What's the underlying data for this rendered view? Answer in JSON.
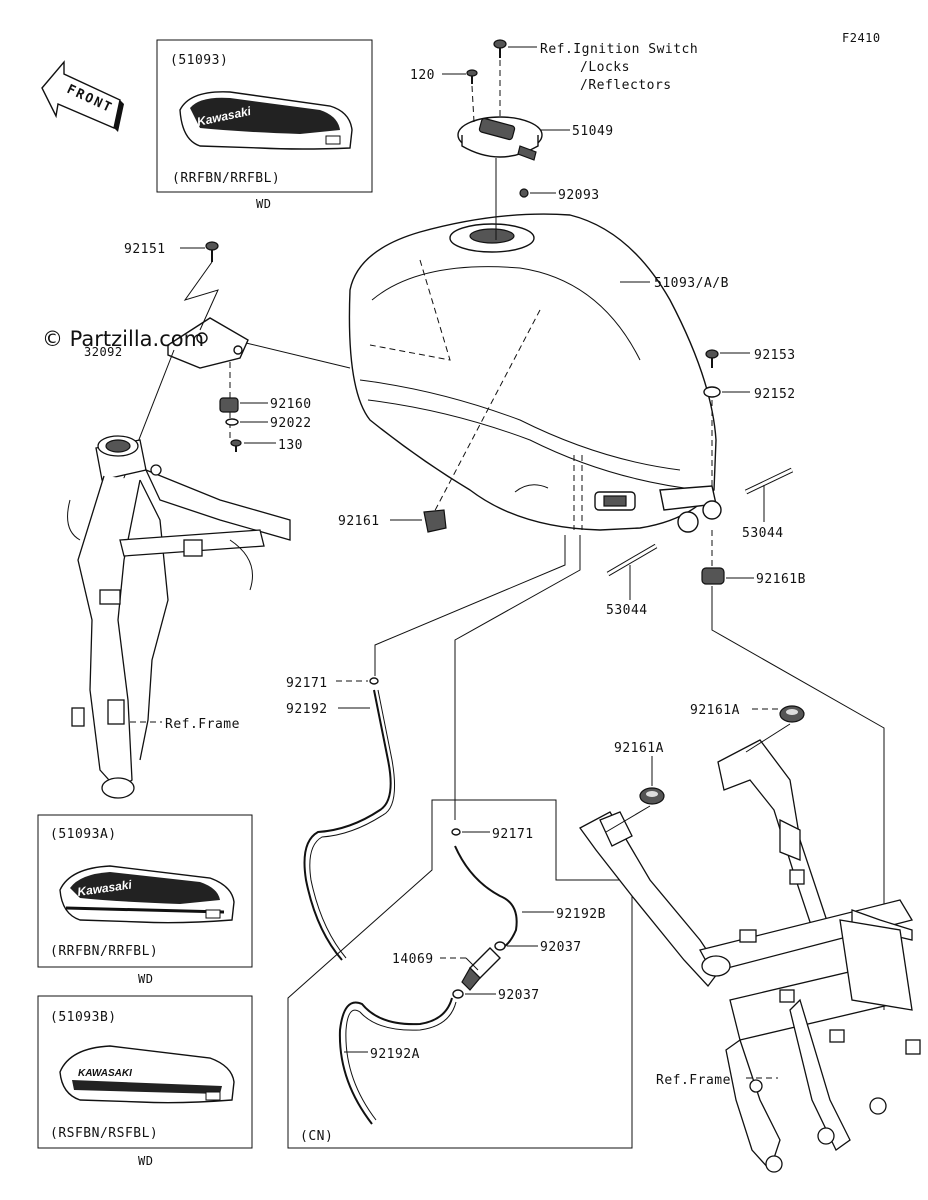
{
  "figure_id": "F2410",
  "watermark": "© Partzilla.com",
  "front_label": "FRONT",
  "insets": [
    {
      "code": "(51093)",
      "variant": "(RRFBN/RRFBL)",
      "note": "WD",
      "logo": "Kawasaki"
    },
    {
      "code": "(51093A)",
      "variant": "(RRFBN/RRFBL)",
      "note": "WD",
      "logo": "Kawasaki"
    },
    {
      "code": "(51093B)",
      "variant": "(RSFBN/RSFBL)",
      "note": "WD",
      "logo": "KAWASAKI"
    }
  ],
  "cn_label": "(CN)",
  "ref_labels": {
    "ignition_1": "Ref.Ignition Switch",
    "ignition_2": "/Locks",
    "ignition_3": "/Reflectors",
    "frame_left": "Ref.Frame",
    "frame_right": "Ref.Frame"
  },
  "parts": {
    "p120": "120",
    "p51049": "51049",
    "p92093": "92093",
    "p51093": "51093/A/B",
    "p92151": "92151",
    "p32092": "32092",
    "p92160": "92160",
    "p92022": "92022",
    "p130": "130",
    "p92153": "92153",
    "p92152": "92152",
    "p92161": "92161",
    "p53044a": "53044",
    "p53044b": "53044",
    "p92161B": "92161B",
    "p92171a": "92171",
    "p92192": "92192",
    "p92161A_1": "92161A",
    "p92161A_2": "92161A",
    "p92171b": "92171",
    "p92192B": "92192B",
    "p14069": "14069",
    "p92037a": "92037",
    "p92037b": "92037",
    "p92192A": "92192A"
  }
}
